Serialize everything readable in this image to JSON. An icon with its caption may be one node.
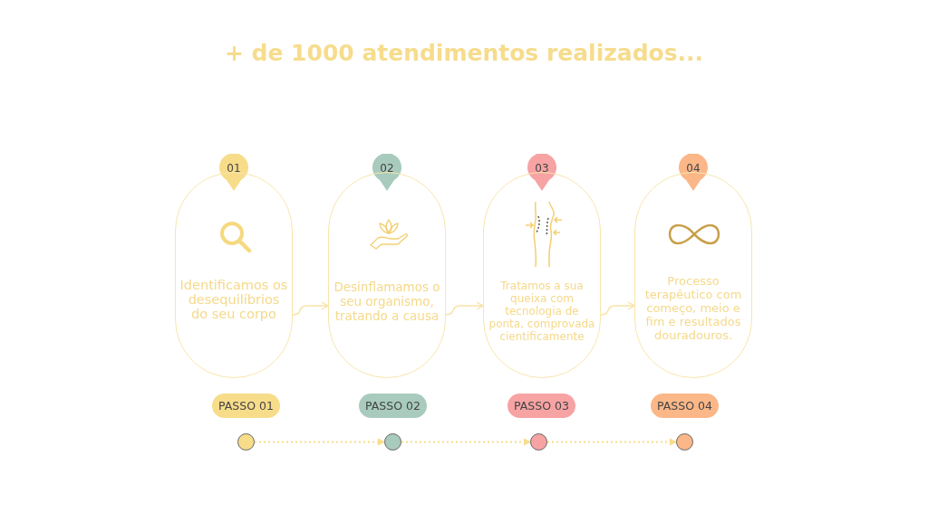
{
  "diagram": {
    "title": "+ de 1000 atendimentos realizados...",
    "nodes": [
      {
        "text": [
          "01"
        ]
      },
      {
        "text": [
          "02"
        ]
      },
      {
        "text": [
          "03"
        ]
      },
      {
        "text": [
          "04"
        ]
      },
      {
        "text": [
          "Identificamos os desequilíbrios do seu corpo"
        ]
      },
      {
        "text": [
          "Desinflamamos o seu organismo, tratando a causa"
        ]
      },
      {
        "text": [
          "Tratamos a sua queixa com tecnologia de ponta, comprovada cientificamente"
        ]
      },
      {
        "text": [
          "Processo terapêutico com começo, meio e fim e resultados douradouros."
        ]
      },
      {
        "text": [
          "PASSO 01"
        ]
      },
      {
        "text": [
          "PASSO 02"
        ]
      },
      {
        "text": [
          "PASSO 03"
        ]
      },
      {
        "text": [
          "PASSO 04"
        ]
      },
      {
        "text": [],
        "shape": "circle"
      },
      {
        "text": [],
        "shape": "circle"
      },
      {
        "text": [],
        "shape": "circle"
      },
      {
        "text": [],
        "shape": "circle"
      }
    ],
    "edges": [
      {
        "from": 4,
        "to": 5,
        "arrow": "to"
      },
      {
        "from": 5,
        "to": 6,
        "arrow": "to"
      },
      {
        "from": 6,
        "to": 7,
        "arrow": "to"
      },
      {
        "from": 12,
        "to": 13,
        "arrow": "to",
        "style": "dashed"
      },
      {
        "from": 13,
        "to": 14,
        "arrow": "to",
        "style": "dashed"
      },
      {
        "from": 14,
        "to": 15,
        "arrow": "to",
        "style": "dashed"
      }
    ]
  }
}
